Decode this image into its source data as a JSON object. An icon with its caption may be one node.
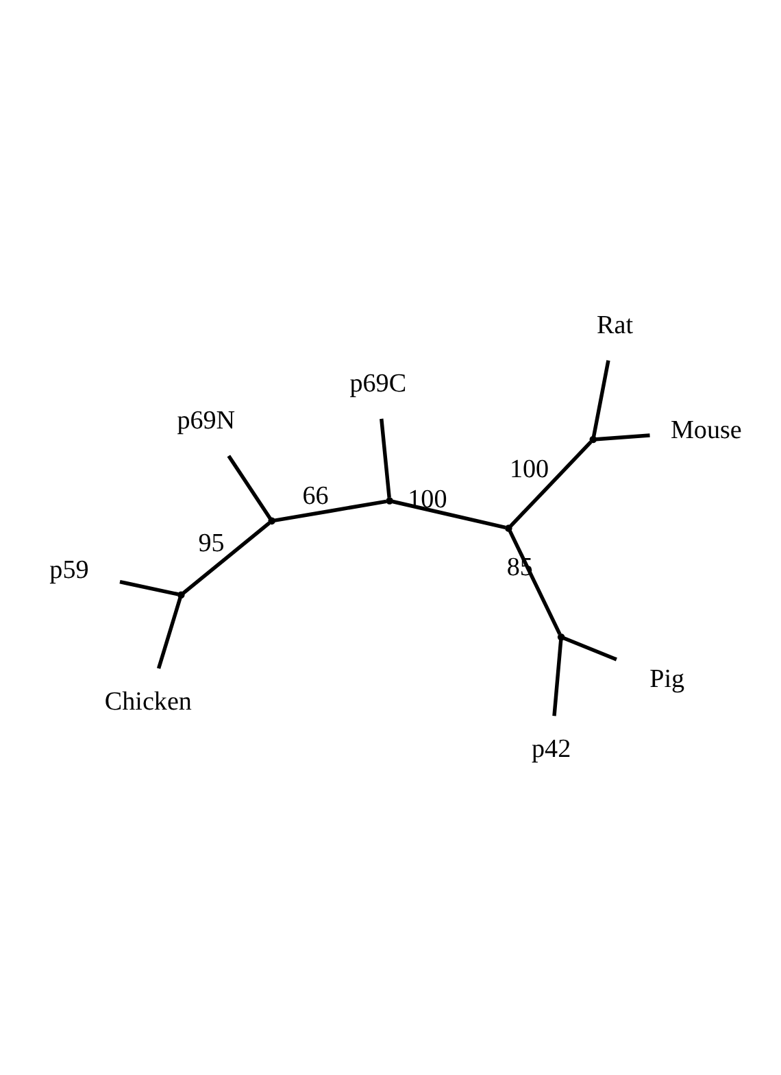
{
  "diagram": {
    "nodes": [
      {
        "text": [
          "p59"
        ]
      },
      {
        "text": [
          "Chicken"
        ]
      },
      {
        "text": [],
        "shape": "point"
      },
      {
        "text": [
          "p69N"
        ]
      },
      {
        "text": [],
        "shape": "point"
      },
      {
        "text": [
          "p69C"
        ]
      },
      {
        "text": [],
        "shape": "point"
      },
      {
        "text": [],
        "shape": "point"
      },
      {
        "text": [],
        "shape": "point"
      },
      {
        "text": [
          "Pig"
        ]
      },
      {
        "text": [
          "p42"
        ]
      },
      {
        "text": [],
        "shape": "point"
      },
      {
        "text": [
          "Mouse"
        ]
      },
      {
        "text": [
          "Rat"
        ]
      }
    ],
    "edges": [
      {
        "from": 1,
        "to": 2,
        "arrow": "none"
      },
      {
        "from": 0,
        "to": 2,
        "arrow": "none"
      },
      {
        "from": 2,
        "to": 4,
        "arrow": "none",
        "label": "95"
      },
      {
        "from": 3,
        "to": 4,
        "arrow": "none"
      },
      {
        "from": 4,
        "to": 6,
        "arrow": "none",
        "label": "66"
      },
      {
        "from": 5,
        "to": 6,
        "arrow": "none"
      },
      {
        "from": 6,
        "to": 7,
        "arrow": "none",
        "label": "100"
      },
      {
        "from": 7,
        "to": 8,
        "arrow": "none",
        "label": "85"
      },
      {
        "from": 8,
        "to": 9,
        "arrow": "none"
      },
      {
        "from": 8,
        "to": 10,
        "arrow": "none"
      },
      {
        "from": 7,
        "to": 11,
        "arrow": "none",
        "label": "100"
      },
      {
        "from": 11,
        "to": 12,
        "arrow": "none"
      },
      {
        "from": 11,
        "to": 13,
        "arrow": "none"
      }
    ]
  }
}
